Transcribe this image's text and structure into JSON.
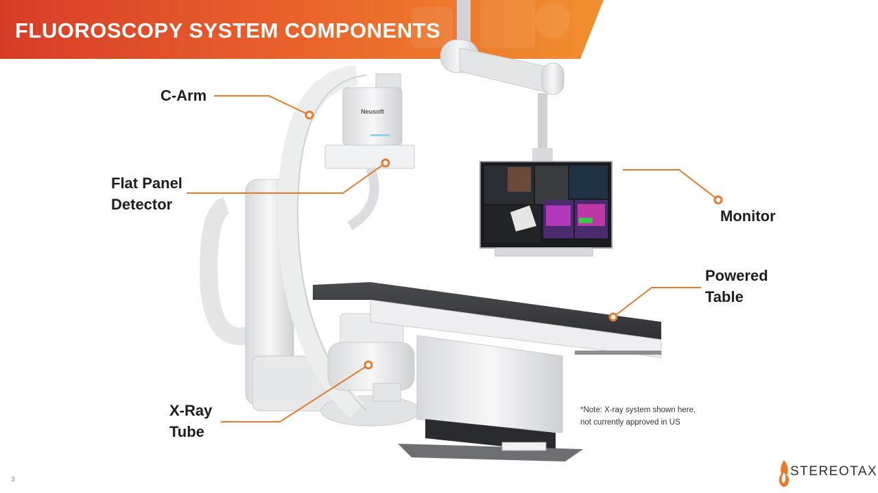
{
  "slide": {
    "title": "FLUOROSCOPY SYSTEM COMPONENTS",
    "page_number": "3"
  },
  "labels": {
    "c_arm": "C-Arm",
    "flat_panel_line1": "Flat Panel",
    "flat_panel_line2": "Detector",
    "monitor": "Monitor",
    "powered_table_line1": "Powered",
    "powered_table_line2": "Table",
    "xray_tube_line1": "X-Ray",
    "xray_tube_line2": "Tube"
  },
  "note": {
    "line1": "*Note: X-ray system shown here,",
    "line2": "not currently approved in US"
  },
  "device_brand": "Neusoft",
  "logo": {
    "text": "STEREOTAXIS",
    "icon": "flame-logo-icon"
  },
  "colors": {
    "banner_red": "#d9402a",
    "banner_orange": "#ef8a2c",
    "accent_orange": "#e8792a",
    "label_text": "#1e1e1e"
  }
}
